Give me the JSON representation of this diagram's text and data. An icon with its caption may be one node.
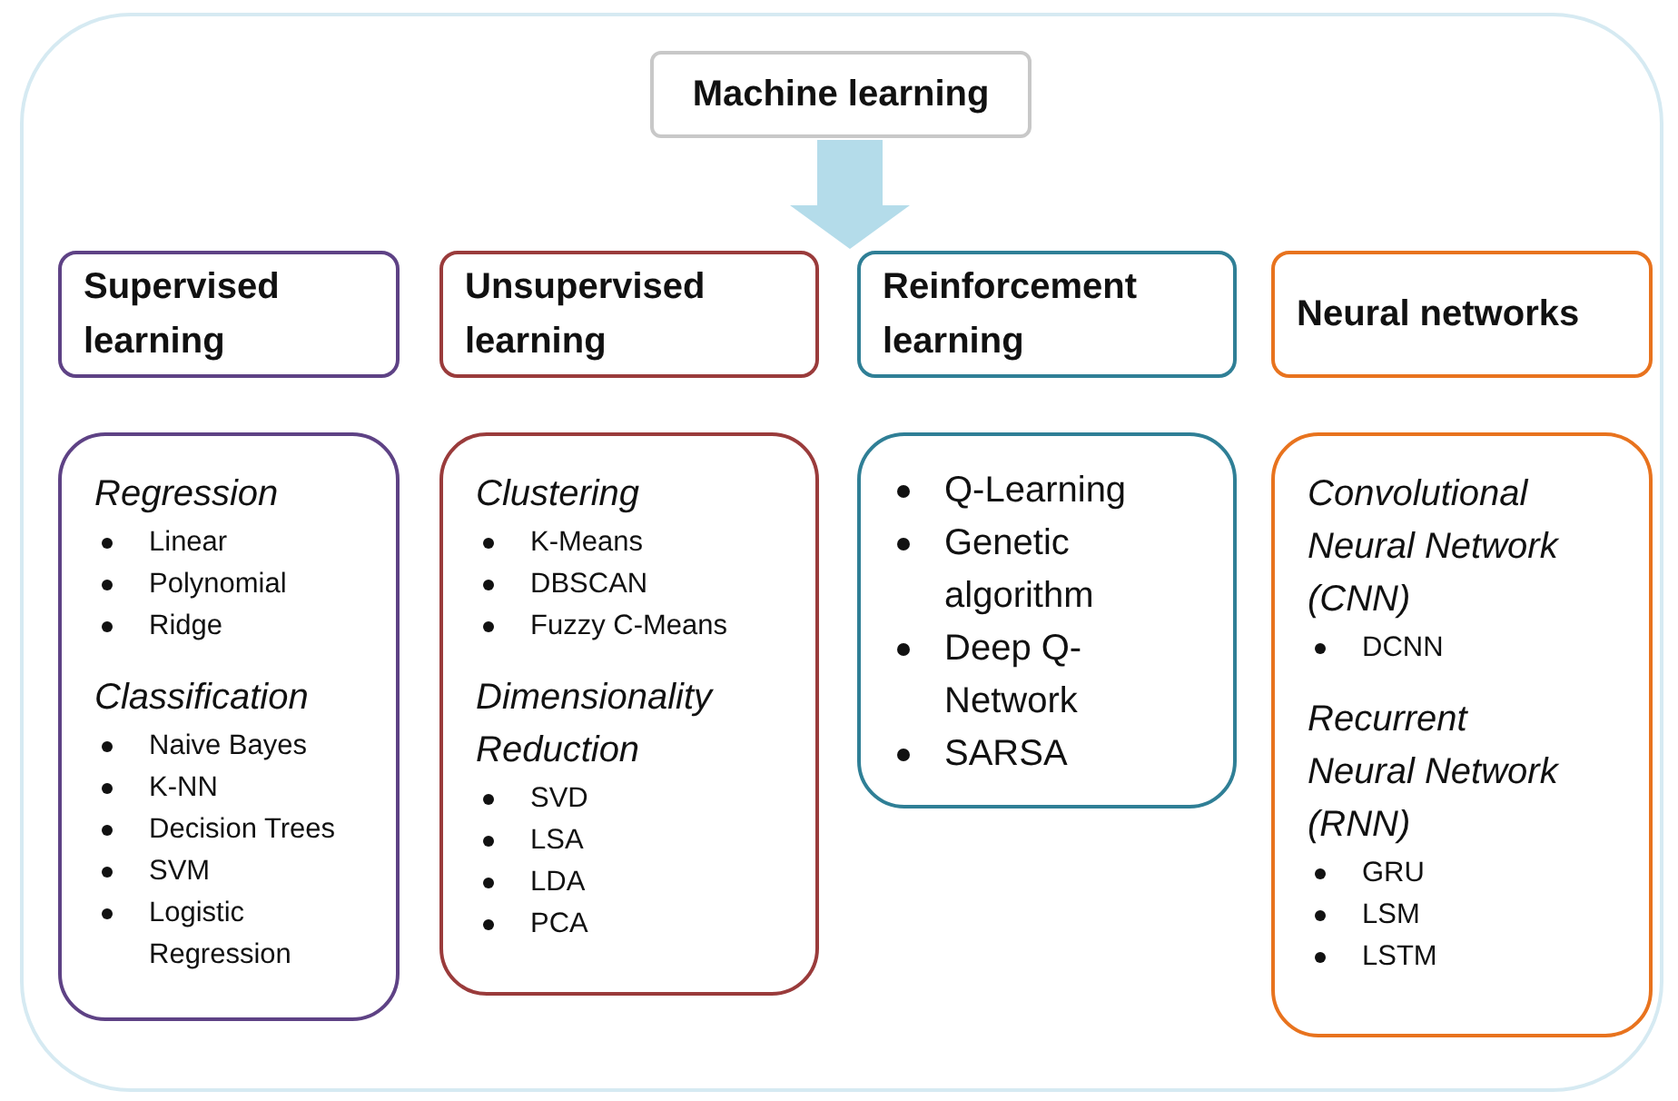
{
  "diagram": {
    "nodes": [
      {
        "text": [
          "Machine learning"
        ]
      },
      {
        "text": [
          "Supervised learning"
        ]
      },
      {
        "text": [
          "Unsupervised learning"
        ]
      },
      {
        "text": [
          "Reinforcement learning"
        ]
      },
      {
        "text": [
          "Neural networks"
        ]
      },
      {
        "text": [
          "Regression",
          "Linear",
          "Polynomial",
          "Ridge",
          "Classification",
          "Naive Bayes",
          "K-NN",
          "Decision Trees",
          "SVM",
          "Logistic Regression"
        ]
      },
      {
        "text": [
          "Clustering",
          "K-Means",
          "DBSCAN",
          "Fuzzy C-Means",
          "Dimensionality Reduction",
          "SVD",
          "LSA",
          "LDA",
          "PCA"
        ]
      },
      {
        "text": [
          "Q-Learning",
          "Genetic algorithm",
          "Deep Q-Network",
          "SARSA"
        ]
      },
      {
        "text": [
          "Convolutional Neural Network (CNN)",
          "DCNN",
          "Recurrent Neural Network (RNN)",
          "GRU",
          "LSM",
          "LSTM"
        ]
      }
    ],
    "edges": [
      {
        "from": 0,
        "to": 2,
        "arrow": "to",
        "style": "thick",
        "color": "#b4dcea"
      },
      {
        "from": 0,
        "to": 3,
        "arrow": "to",
        "style": "thick",
        "color": "#b4dcea"
      }
    ]
  }
}
